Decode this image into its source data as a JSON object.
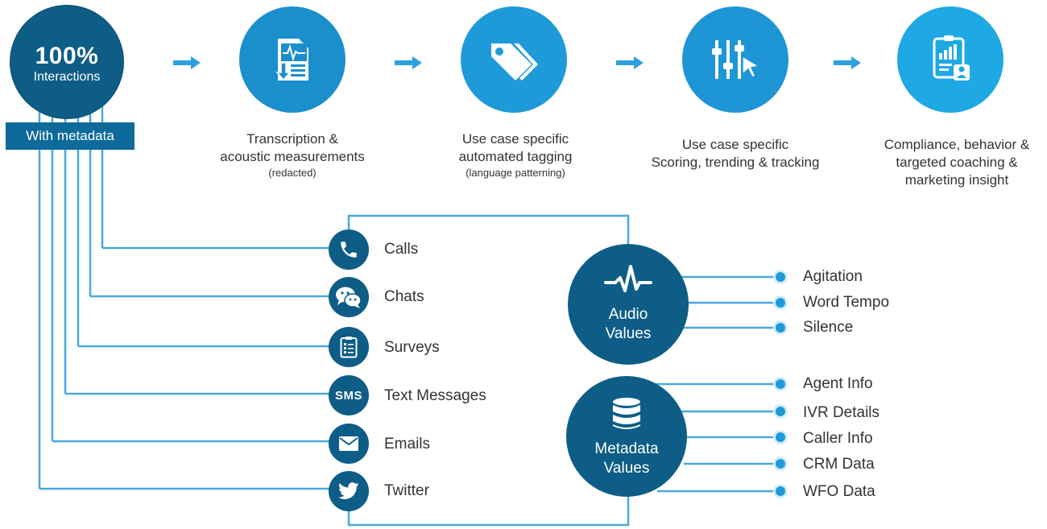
{
  "start": {
    "title": "100%",
    "subtitle": "Interactions",
    "banner": "With metadata"
  },
  "steps": [
    {
      "icon": "transcription-document-icon",
      "line1": "Transcription &",
      "line2": "acoustic measurements",
      "note": "(redacted)"
    },
    {
      "icon": "tags-icon",
      "line1": "Use case specific",
      "line2": "automated tagging",
      "note": "(language patterning)"
    },
    {
      "icon": "sliders-cursor-icon",
      "line1": "Use case specific",
      "line2": "Scoring, trending & tracking",
      "note": ""
    },
    {
      "icon": "report-user-icon",
      "line1": "Compliance, behavior &",
      "line2": "targeted coaching &",
      "line3": "marketing insight"
    }
  ],
  "channels": [
    {
      "icon": "phone-icon",
      "label": "Calls"
    },
    {
      "icon": "chat-bubbles-icon",
      "label": "Chats"
    },
    {
      "icon": "clipboard-checklist-icon",
      "label": "Surveys"
    },
    {
      "icon": "sms-icon",
      "icon_text": "SMS",
      "label": "Text Messages"
    },
    {
      "icon": "envelope-icon",
      "label": "Emails"
    },
    {
      "icon": "twitter-bird-icon",
      "label": "Twitter"
    }
  ],
  "audio": {
    "icon": "waveform-icon",
    "line1": "Audio",
    "line2": "Values",
    "outputs": [
      "Agitation",
      "Word Tempo",
      "Silence"
    ]
  },
  "metadata": {
    "icon": "database-icon",
    "line1": "Metadata",
    "line2": "Values",
    "outputs": [
      "Agent Info",
      "IVR Details",
      "Caller Info",
      "CRM Data",
      "WFO Data"
    ]
  },
  "colors": {
    "dark_blue": "#0d5d87",
    "light_blue": "#1f9ad8",
    "line_blue": "#4aa8df",
    "text": "#333333"
  }
}
